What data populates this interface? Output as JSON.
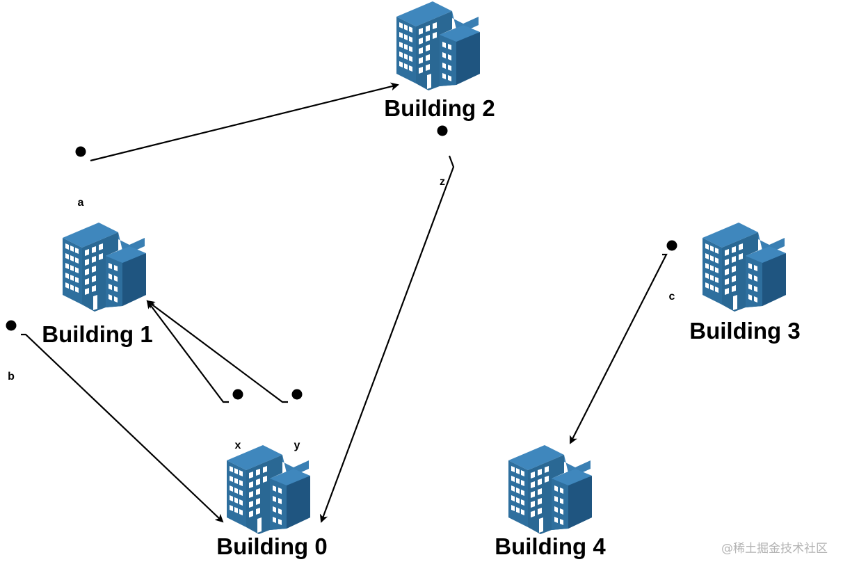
{
  "buildings": [
    {
      "id": "b0",
      "label": "Building 0"
    },
    {
      "id": "b1",
      "label": "Building 1"
    },
    {
      "id": "b2",
      "label": "Building 2"
    },
    {
      "id": "b3",
      "label": "Building 3"
    },
    {
      "id": "b4",
      "label": "Building 4"
    }
  ],
  "people": [
    {
      "id": "a",
      "label": "a"
    },
    {
      "id": "b",
      "label": "b"
    },
    {
      "id": "c",
      "label": "c"
    },
    {
      "id": "x",
      "label": "x"
    },
    {
      "id": "y",
      "label": "y"
    },
    {
      "id": "z",
      "label": "z"
    }
  ],
  "connections": [
    {
      "from": "a",
      "to": "Building 2"
    },
    {
      "from": "b",
      "to": "Building 0"
    },
    {
      "from": "x",
      "to": "Building 1"
    },
    {
      "from": "y",
      "to": "Building 1"
    },
    {
      "from": "z",
      "to": "Building 0"
    },
    {
      "from": "c",
      "to": "Building 4"
    }
  ],
  "colors": {
    "building_front": "#2e6f9e",
    "building_side": "#1f5580",
    "building_top": "#3f87bd",
    "window": "#ffffff",
    "line": "#000000"
  },
  "watermark": "@稀土掘金技术社区"
}
